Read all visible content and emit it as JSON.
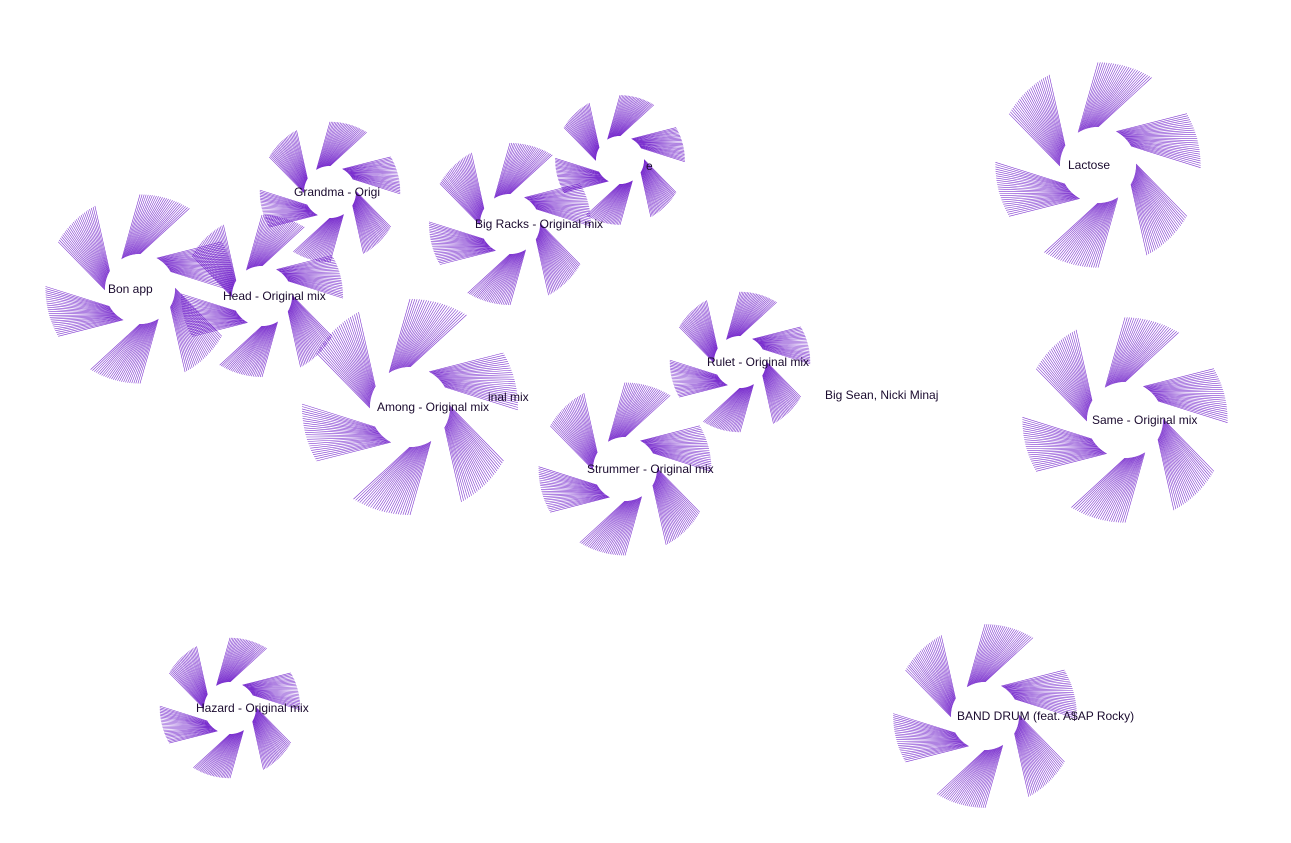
{
  "visualization": {
    "stroke_color": "#6a16c8",
    "background": "#ffffff",
    "nodes": [
      {
        "id": "bon",
        "label": "Bon app"
      },
      {
        "id": "grandma",
        "label": "Grandma - Origi"
      },
      {
        "id": "head",
        "label": "Head - Original mix"
      },
      {
        "id": "bigracks",
        "label": "Big Racks - Original mix"
      },
      {
        "id": "partial",
        "label": "e"
      },
      {
        "id": "among",
        "label": "Among - Original mix"
      },
      {
        "id": "rulet",
        "label": "Rulet - Original mix"
      },
      {
        "id": "strummer",
        "label": "Strummer - Original mix"
      },
      {
        "id": "lactose",
        "label": "Lactose"
      },
      {
        "id": "same",
        "label": "Same - Original mix"
      },
      {
        "id": "hazard",
        "label": "Hazard - Original mix"
      },
      {
        "id": "banddrum",
        "label": "BAND DRUM (feat. A$AP Rocky)"
      }
    ],
    "free_labels": [
      {
        "id": "inal-mix",
        "text": "inal mix"
      },
      {
        "id": "bigsean",
        "text": "Big Sean, Nicki Minaj"
      }
    ]
  }
}
